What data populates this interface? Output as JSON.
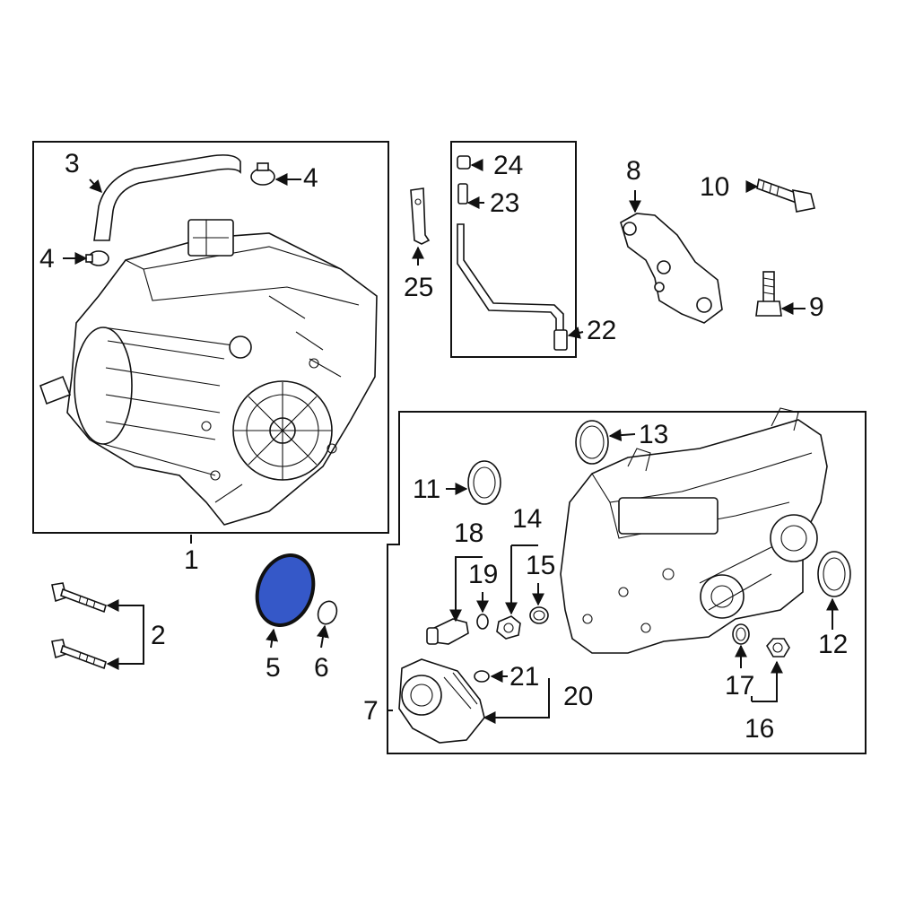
{
  "diagram": {
    "highlight_color": "#3558c8",
    "line_color": "#111111",
    "callouts": {
      "c1": "1",
      "c2": "2",
      "c3": "3",
      "c4a": "4",
      "c4b": "4",
      "c5": "5",
      "c6": "6",
      "c7": "7",
      "c8": "8",
      "c9": "9",
      "c10": "10",
      "c11": "11",
      "c12": "12",
      "c13": "13",
      "c14": "14",
      "c15": "15",
      "c16": "16",
      "c17": "17",
      "c18": "18",
      "c19": "19",
      "c20": "20",
      "c21": "21",
      "c22": "22",
      "c23": "23",
      "c24": "24",
      "c25": "25"
    },
    "highlighted_part": "5"
  }
}
